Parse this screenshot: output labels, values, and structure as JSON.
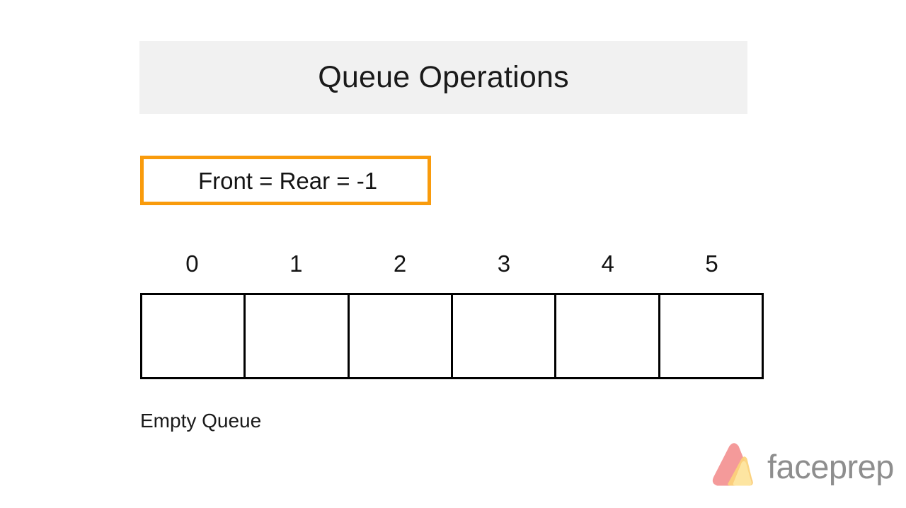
{
  "slide": {
    "title": "Queue Operations",
    "banner_bg": "#f1f1f1"
  },
  "pointer_status": {
    "text": "Front = Rear = -1",
    "border_color": "#f99b0c",
    "front": -1,
    "rear": -1
  },
  "queue": {
    "size": 6,
    "indices": [
      "0",
      "1",
      "2",
      "3",
      "4",
      "5"
    ],
    "cells": [
      "",
      "",
      "",
      "",
      "",
      ""
    ],
    "border_color": "#000000",
    "caption": "Empty Queue"
  },
  "brand": {
    "name": "faceprep",
    "wordmark_color": "#8e8e8e",
    "mark_color_primary": "#f49a9a",
    "mark_color_secondary": "#fbd37a",
    "mark_color_overlap": "#fde9a8"
  }
}
